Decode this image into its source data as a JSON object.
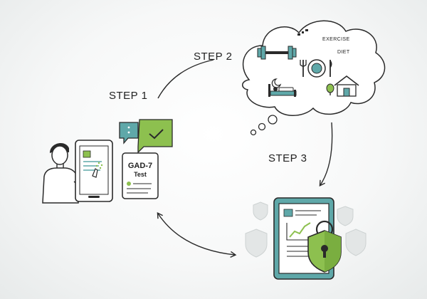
{
  "steps": {
    "step1": "STEP 1",
    "step2": "STEP 2",
    "step3": "STEP 3"
  },
  "thought_bubble": {
    "exercise_label": "EXERCISE",
    "diet_label": "DIET"
  },
  "test_card": {
    "title": "GAD-7",
    "subtitle": "Test"
  },
  "colors": {
    "outline": "#2a2a2a",
    "green": "#8dc04f",
    "teal": "#5fa8a9",
    "teal_dark": "#3f8c8d",
    "shield_faded": "#e3e6e6"
  }
}
